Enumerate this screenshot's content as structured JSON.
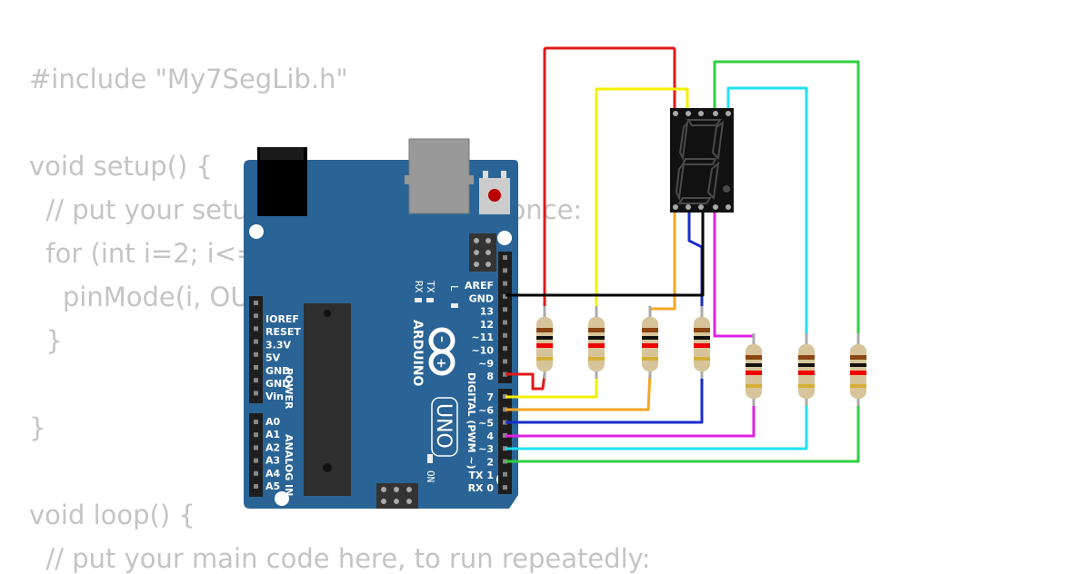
{
  "code_lines": [
    "#include \"My7SegLib.h\"",
    "",
    "void setup() {",
    "  // put your setup code here, to run once:",
    "  for (int i=2; i<=8; i++)",
    "    pinMode(i, OUTPUT);",
    "  }",
    "",
    "}",
    "",
    "void loop() {",
    "  // put your main code here, to run repeatedly:"
  ],
  "board": {
    "brand": "ARDUINO",
    "model": "UNO",
    "header_labels_left": [
      "IOREF",
      "RESET",
      "3.3V",
      "5V",
      "GND",
      "GND",
      "Vin"
    ],
    "power_label": "POWER",
    "analog_labels": [
      "A0",
      "A1",
      "A2",
      "A3",
      "A4",
      "A5"
    ],
    "analog_label": "ANALOG IN",
    "top_right_labels": [
      "AREF",
      "GND",
      "13",
      "12",
      "~11",
      "~10",
      "~9",
      "8"
    ],
    "digital_labels": [
      "7",
      "~6",
      "~5",
      "4",
      "~3",
      "2",
      "TX 1",
      "RX 0"
    ],
    "digital_label": "DIGITAL (PWM ~)",
    "tx_label": "TX",
    "rx_label": "RX",
    "l_label": "L",
    "on_label": "ON"
  },
  "wire_colors": {
    "red": "#e01818",
    "yellow": "#f4f000",
    "orange": "#f5a623",
    "blue": "#1a2ecc",
    "magenta": "#e020e0",
    "cyan": "#20e0f0",
    "green": "#30d040",
    "black": "#000000"
  },
  "display": {
    "segments_color": "#4a4a4a",
    "body_color": "#111111"
  }
}
